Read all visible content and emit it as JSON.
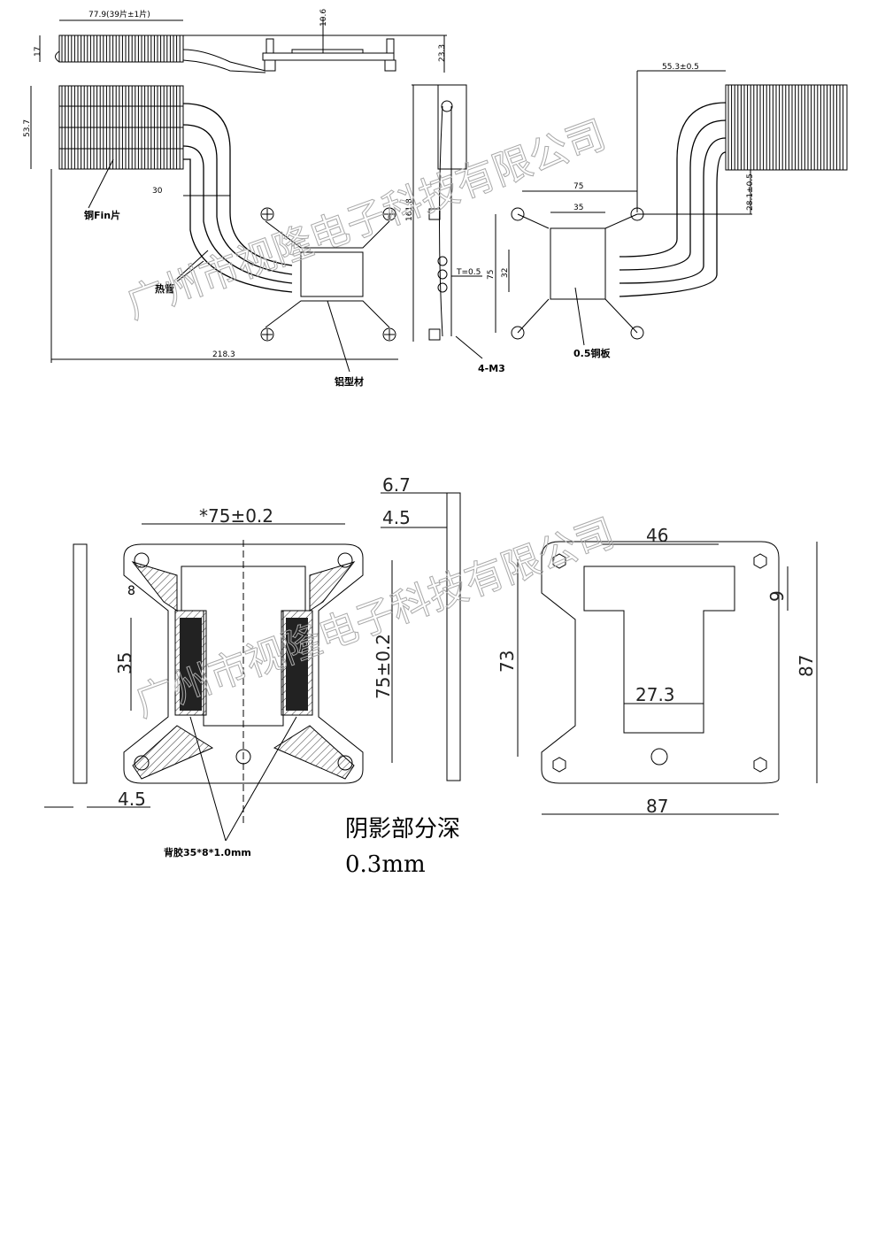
{
  "top_drawing": {
    "dims": {
      "fin_width": "77.9(39片±1片)",
      "base_height": "10.6",
      "fin_height": "17",
      "total_height": "23.3",
      "fin_stack": "53.7",
      "offset_30": "30",
      "overall_length": "218.3",
      "side_length": "161.8",
      "thickness": "T=0.5",
      "hole_span_x": "75",
      "plate_width": "35",
      "plate_height": "32",
      "hole_span_y": "75",
      "right_offset": "55.3±0.5",
      "right_height": "28.1±0.5"
    },
    "labels": {
      "copper_fin": "铜Fin片",
      "heat_pipe": "热管",
      "aluminum_profile": "铝型材",
      "screws": "4-M3",
      "copper_plate": "0.5铜板"
    }
  },
  "bottom_drawing": {
    "dims": {
      "hole_span": "*75±0.2",
      "side_6_7": "6.7",
      "side_4_5_top": "4.5",
      "slot_8": "8",
      "pad_35": "35",
      "hole_span_v": "75±0.2",
      "side_4_5_bottom": "4.5",
      "w46": "46",
      "h9": "9",
      "h73": "73",
      "w27_3": "27.3",
      "h87": "87",
      "w87": "87"
    },
    "labels": {
      "adhesive": "背胶35*8*1.0mm",
      "shaded_depth": "阴影部分深",
      "depth_value": "0.3mm"
    }
  },
  "watermark": "广州市视隆电子科技有限公司"
}
